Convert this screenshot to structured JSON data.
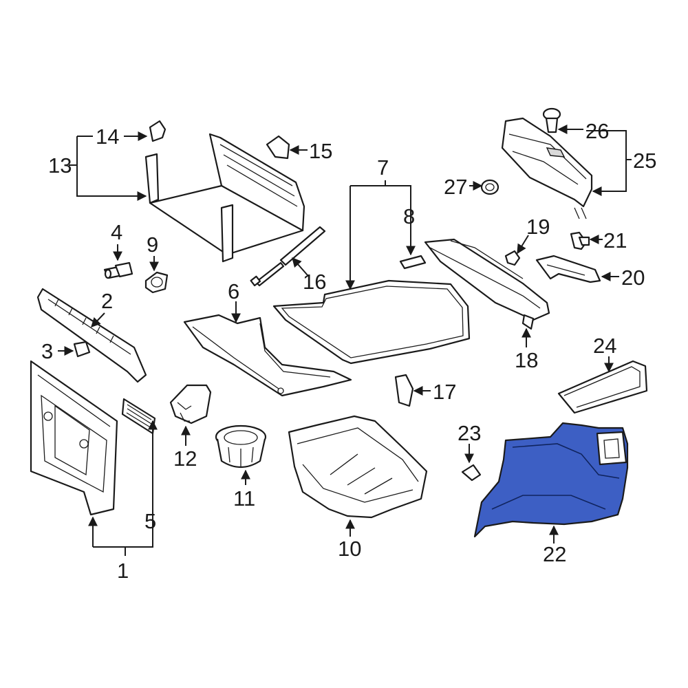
{
  "highlight_color": "#3d5fc4",
  "callouts": {
    "c1": "1",
    "c2": "2",
    "c3": "3",
    "c4": "4",
    "c5": "5",
    "c6": "6",
    "c7": "7",
    "c8": "8",
    "c9": "9",
    "c10": "10",
    "c11": "11",
    "c12": "12",
    "c13": "13",
    "c14": "14",
    "c15": "15",
    "c16": "16",
    "c17": "17",
    "c18": "18",
    "c19": "19",
    "c20": "20",
    "c21": "21",
    "c22": "22",
    "c23": "23",
    "c24": "24",
    "c25": "25",
    "c26": "26",
    "c27": "27"
  },
  "highlighted_part": "22"
}
